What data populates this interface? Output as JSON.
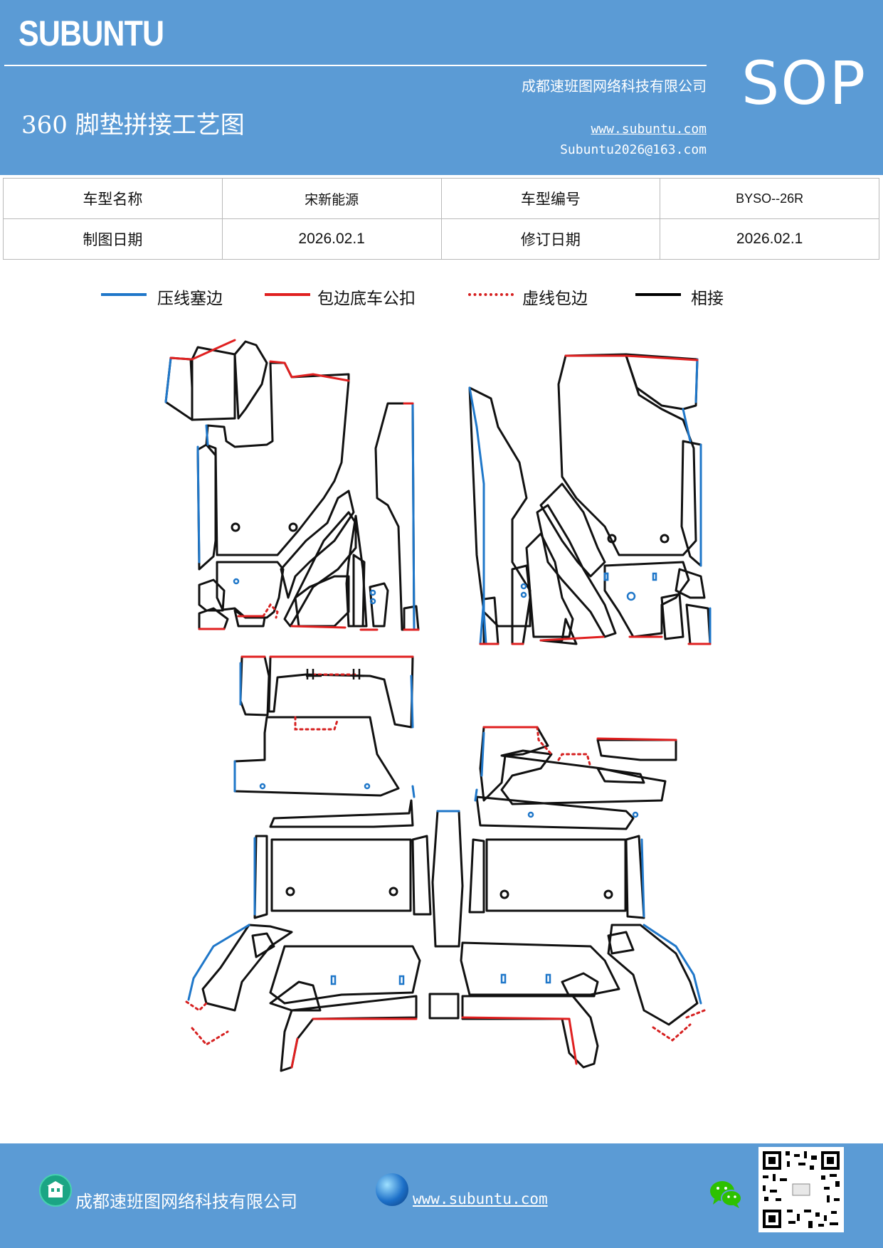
{
  "header": {
    "brand": "SUBUNTU",
    "company": "成都速班图网络科技有限公司",
    "title": "360 脚垫拼接工艺图",
    "url": "www.subuntu.com",
    "email": "Subuntu2026@163.com",
    "badge": "SOP",
    "bg_color": "#5b9bd5"
  },
  "info_table": {
    "rows": [
      [
        "车型名称",
        "宋新能源",
        "车型编号",
        "BYSO--26R"
      ],
      [
        "制图日期",
        "2026.02.1",
        "修订日期",
        "2026.02.1"
      ]
    ]
  },
  "legend": [
    {
      "label": "压线塞边",
      "style": "solid",
      "color": "#1f77c9"
    },
    {
      "label": "包边底车公扣",
      "style": "solid",
      "color": "#e02020"
    },
    {
      "label": "虚线包边",
      "style": "dotted",
      "color": "#d62020"
    },
    {
      "label": "相接",
      "style": "solid",
      "color": "#000000"
    }
  ],
  "footer": {
    "company": "成都速班图网络科技有限公司",
    "url": "www.subuntu.com",
    "icons": [
      "home-icon",
      "globe-icon",
      "wechat-icon",
      "qr-code"
    ]
  }
}
